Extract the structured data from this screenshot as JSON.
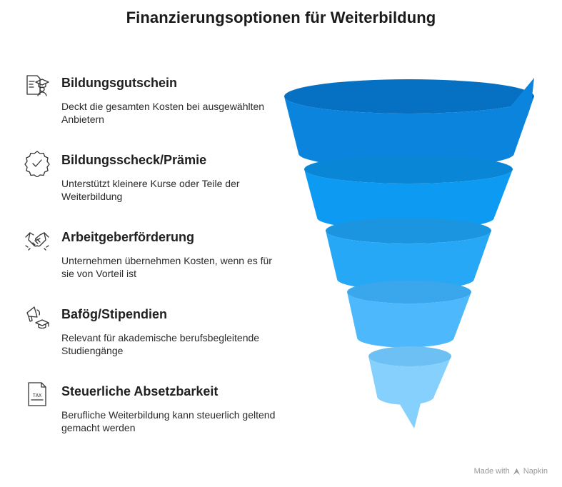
{
  "title": "Finanzierungsoptionen für Weiterbildung",
  "items": [
    {
      "heading": "Bildungsgutschein",
      "desc": "Deckt die gesamten Kosten bei ausgewählten Anbietern",
      "icon": "voucher-graduate-icon"
    },
    {
      "heading": "Bildungsscheck/Prämie",
      "desc": "Unterstützt kleinere Kurse oder Teile der Weiterbildung",
      "icon": "verified-badge-icon"
    },
    {
      "heading": "Arbeitgeberförderung",
      "desc": "Unternehmen übernehmen Kosten, wenn es für sie von Vorteil ist",
      "icon": "handshake-icon"
    },
    {
      "heading": "Bafög/Stipendien",
      "desc": "Relevant für akademische berufsbegleitende Studiengänge",
      "icon": "megaphone-graduation-icon"
    },
    {
      "heading": "Steuerliche Absetzbarkeit",
      "desc": "Berufliche Weiterbildung kann steuerlich geltend gemacht werden",
      "icon": "tax-document-icon"
    }
  ],
  "tax_label": "TAX",
  "footer": {
    "prefix": "Made with",
    "brand": "Napkin"
  },
  "colors": {
    "bands": [
      "#0a84dd",
      "#0d9af2",
      "#26a8f7",
      "#4db8fb",
      "#86d0fd"
    ],
    "bands_back": [
      "#0670c2",
      "#0a86d6",
      "#1b95e0",
      "#3aa7ec",
      "#6cc0f4"
    ]
  }
}
